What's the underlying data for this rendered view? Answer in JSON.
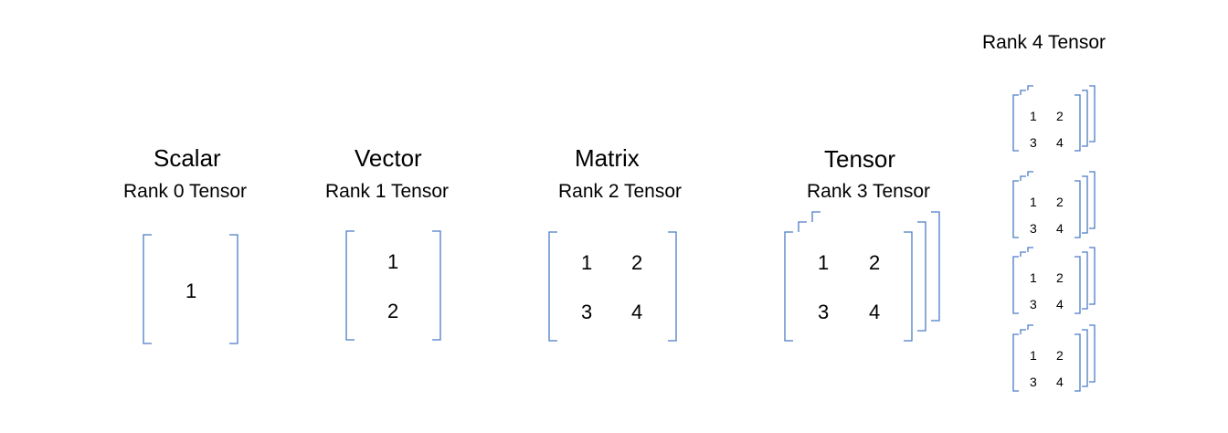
{
  "colors": {
    "bracket": "#4a7cc7",
    "text": "#000000",
    "background": "#ffffff"
  },
  "scalar": {
    "title": "Scalar",
    "subtitle": "Rank 0 Tensor",
    "values": [
      "1"
    ]
  },
  "vector": {
    "title": "Vector",
    "subtitle": "Rank 1 Tensor",
    "values": [
      "1",
      "2"
    ]
  },
  "matrix": {
    "title": "Matrix",
    "subtitle": "Rank 2 Tensor",
    "values": [
      "1",
      "2",
      "3",
      "4"
    ]
  },
  "tensor": {
    "title": "Tensor",
    "subtitle": "Rank 3 Tensor",
    "values": [
      "1",
      "2",
      "3",
      "4"
    ]
  },
  "rank4": {
    "title": "Rank 4 Tensor",
    "blocks": [
      {
        "values": [
          "1",
          "2",
          "3",
          "4"
        ]
      },
      {
        "values": [
          "1",
          "2",
          "3",
          "4"
        ]
      },
      {
        "values": [
          "1",
          "2",
          "3",
          "4"
        ]
      },
      {
        "values": [
          "1",
          "2",
          "3",
          "4"
        ]
      }
    ]
  }
}
